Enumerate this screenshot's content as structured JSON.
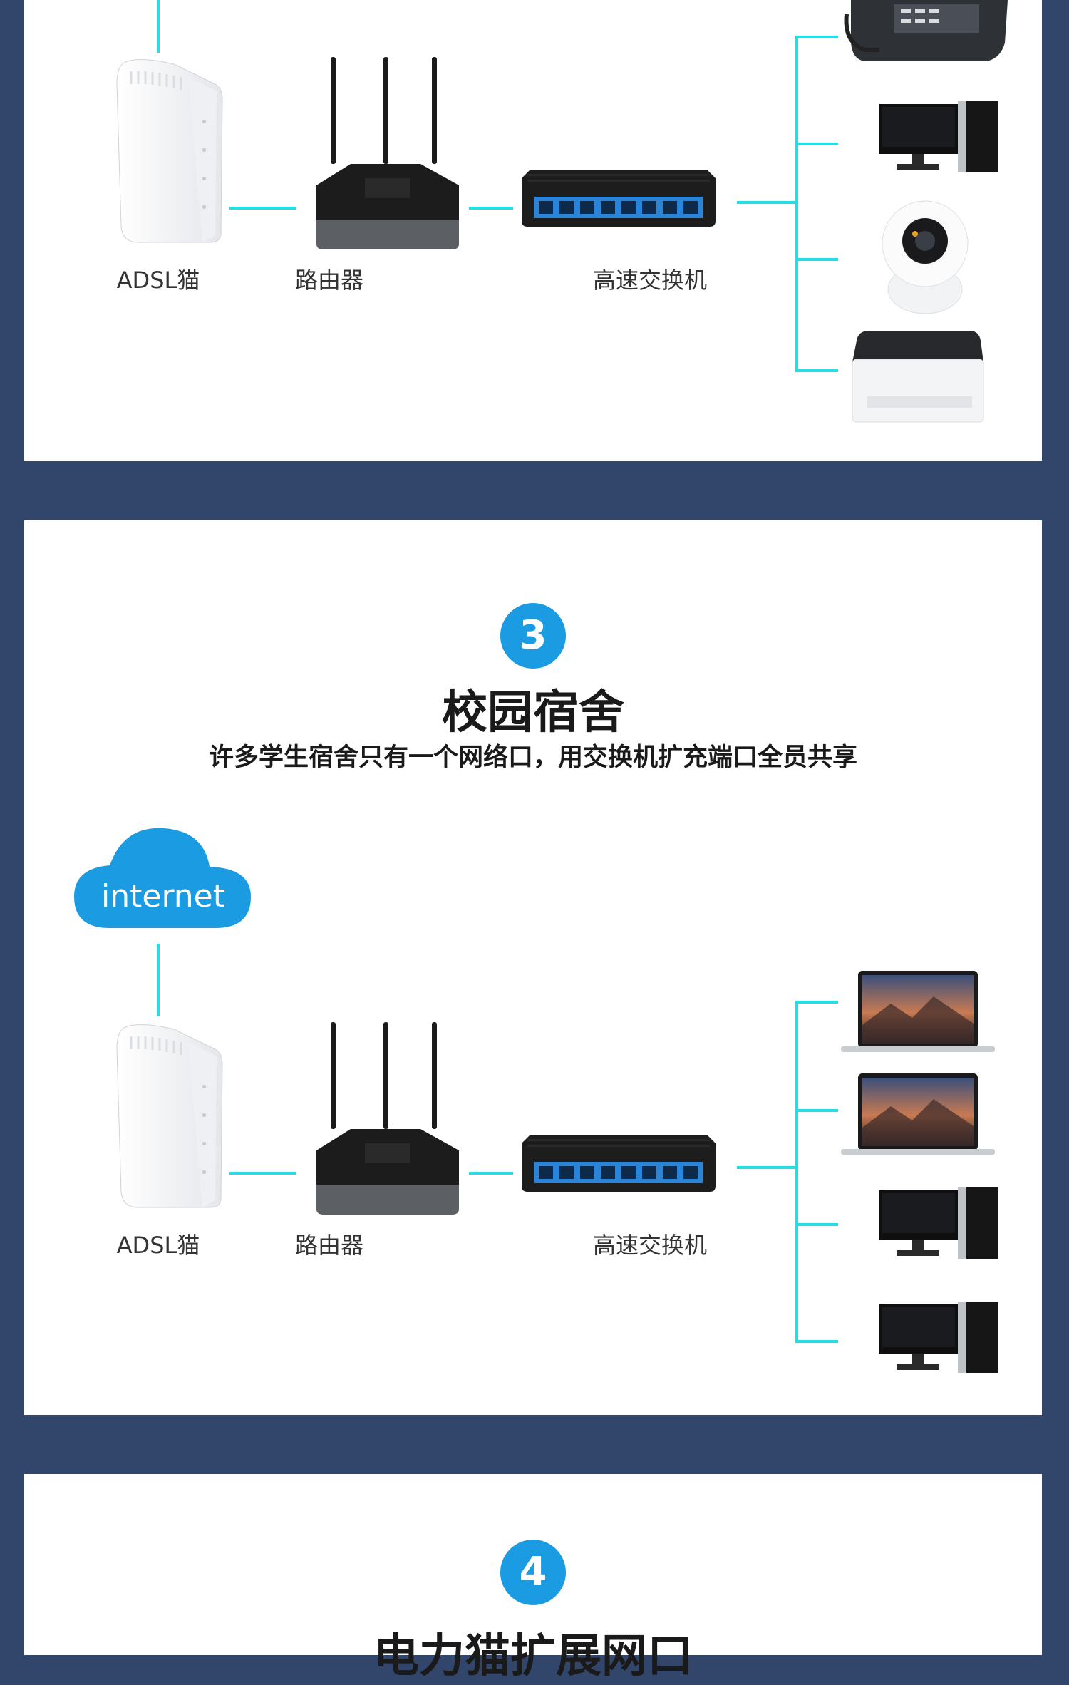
{
  "section1": {
    "labels": {
      "modem": "ADSL猫",
      "router": "路由器",
      "switch": "高速交换机"
    }
  },
  "section2": {
    "number": "3",
    "title": "校园宿舍",
    "subtitle": "许多学生宿舍只有一个网络口，用交换机扩充端口全员共享",
    "cloud": "internet",
    "labels": {
      "modem": "ADSL猫",
      "router": "路由器",
      "switch": "高速交换机"
    }
  },
  "section3": {
    "number": "4",
    "title": "电力猫扩展网口"
  },
  "colors": {
    "background": "#32466c",
    "accent": "#1a9be2",
    "line": "#26dde6"
  }
}
